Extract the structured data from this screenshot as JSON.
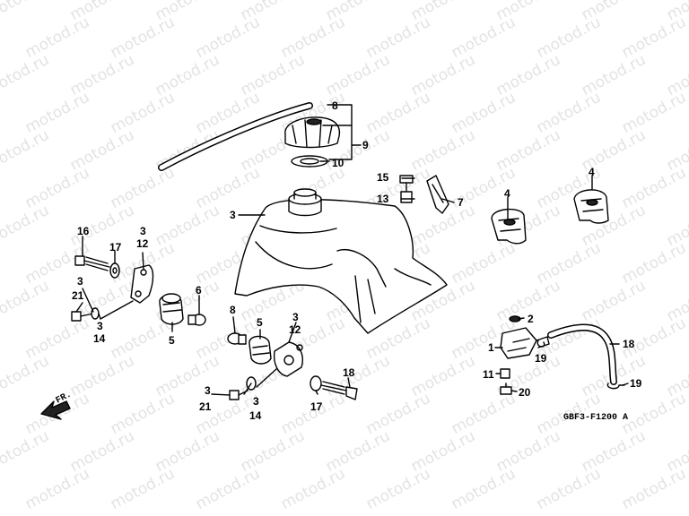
{
  "watermark": "motod.ru",
  "diagram_code": "GBF3-F1200 A",
  "direction_label": "FR.",
  "callouts": {
    "c8_top": "8",
    "c9": "9",
    "c10": "10",
    "c3_tank": "3",
    "c15": "15",
    "c13": "13",
    "c7": "7",
    "c4_mid": "4",
    "c4_right": "4",
    "c16": "16",
    "c17_left": "17",
    "c3_left_top": "3",
    "c12_left": "12",
    "c3_left_mid": "3",
    "c21_left": "21",
    "c3_left_low": "3",
    "c14_left": "14",
    "c5_left": "5",
    "c6": "6",
    "c8_mid": "8",
    "c5_mid": "5",
    "c3_mid": "3",
    "c12_mid": "12",
    "c3_bottom": "3",
    "c21_bottom": "21",
    "c3_bottom2": "3",
    "c14_bottom": "14",
    "c17_bottom": "17",
    "c18_bottom": "18",
    "c2": "2",
    "c1": "1",
    "c19_top": "19",
    "c18_right": "18",
    "c11": "11",
    "c20": "20",
    "c19_bottom": "19"
  }
}
